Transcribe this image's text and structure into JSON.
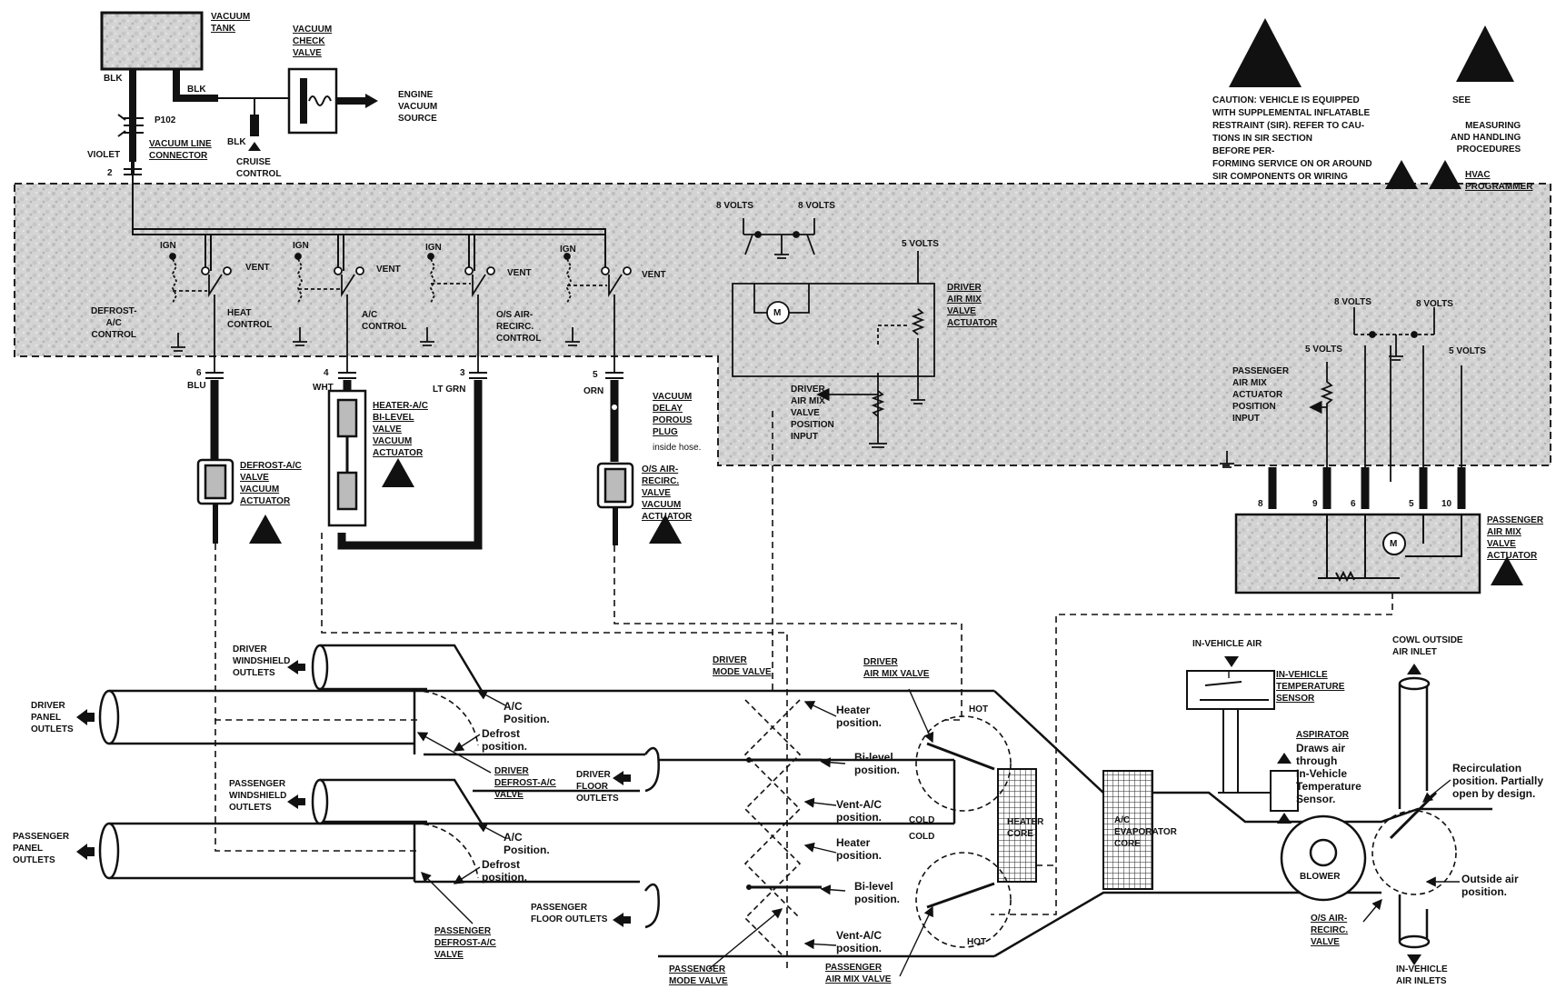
{
  "top": {
    "vacuum_tank": "VACUUM\nTANK",
    "check_valve": "VACUUM\nCHECK\nVALVE",
    "engine_vacuum": "ENGINE\nVACUUM\nSOURCE",
    "cruise_control": "CRUISE\nCONTROL",
    "blk1": "BLK",
    "blk2": "BLK",
    "blk3": "BLK",
    "p102": "P102",
    "vacuum_line_connector": "VACUUM LINE\nCONNECTOR",
    "violet": "VIOLET",
    "pin2": "2"
  },
  "caution": {
    "text": "CAUTION: VEHICLE IS EQUIPPED\nWITH SUPPLEMENTAL INFLATABLE\nRESTRAINT (SIR). REFER TO CAU-\nTIONS IN SIR SECTION\n                    BEFORE PER-\nFORMING SERVICE ON OR AROUND\nSIR COMPONENTS OR WIRING",
    "see": "SEE",
    "measuring": "MEASURING\nAND HANDLING\nPROCEDURES",
    "programmer": "HVAC\nPROGRAMMER"
  },
  "programmer": {
    "ign": "IGN",
    "vent": "VENT",
    "defrost_control": "DEFROST-\nA/C\nCONTROL",
    "heat_control": "HEAT\nCONTROL",
    "ac_control": "A/C\nCONTROL",
    "osair_control": "O/S AIR-\nRECIRC.\nCONTROL",
    "8volts": "8 VOLTS",
    "5volts": "5 VOLTS",
    "driver_air_mix": "DRIVER\nAIR MIX\nVALVE\nACTUATOR",
    "driver_position": "DRIVER\nAIR MIX\nVALVE\nPOSITION\nINPUT",
    "passenger_position": "PASSENGER\nAIR MIX\nACTUATOR\nPOSITION\nINPUT",
    "motor": "M"
  },
  "hoses": {
    "pin6": "6",
    "blu": "BLU",
    "pin4": "4",
    "wht": "WHT",
    "pin3": "3",
    "ltgrn": "LT GRN",
    "pin5": "5",
    "orn": "ORN"
  },
  "actuators": {
    "defrost": "DEFROST-A/C\nVALVE\nVACUUM\nACTUATOR",
    "bilevel": "HEATER-A/C\nBI-LEVEL\nVALVE\nVACUUM\nACTUATOR",
    "delay": "VACUUM\nDELAY\nPOROUS\nPLUG",
    "inside_hose": "inside hose.",
    "osair": "O/S AIR-\nRECIRC.\nVALVE\nVACUUM\nACTUATOR",
    "passenger_mix": "PASSENGER\nAIR MIX\nVALVE\nACTUATOR",
    "pins": [
      "8",
      "9",
      "6",
      "5",
      "10"
    ]
  },
  "ducts": {
    "driver_windshield": "DRIVER\nWINDSHIELD\nOUTLETS",
    "driver_panel": "DRIVER\nPANEL\nOUTLETS",
    "passenger_windshield": "PASSENGER\nWINDSHIELD\nOUTLETS",
    "passenger_panel": "PASSENGER\nPANEL\nOUTLETS",
    "driver_floor": "DRIVER\nFLOOR\nOUTLETS",
    "passenger_floor": "PASSENGER\nFLOOR OUTLETS",
    "ac_position": "A/C\nPosition.",
    "defrost_position": "Defrost\nposition.",
    "driver_defrost_valve": "DRIVER\nDEFROST-A/C\nVALVE",
    "passenger_defrost_valve": "PASSENGER\nDEFROST-A/C\nVALVE",
    "driver_mode_valve": "DRIVER\nMODE VALVE",
    "passenger_mode_valve": "PASSENGER\nMODE VALVE",
    "heater_position": "Heater\nposition.",
    "bilevel_position": "Bi-level\nposition.",
    "vent_ac_position": "Vent-A/C\nposition.",
    "driver_air_mix_valve": "DRIVER\nAIR MIX VALVE",
    "passenger_air_mix_valve": "PASSENGER\nAIR MIX VALVE",
    "hot": "HOT",
    "cold": "COLD",
    "heater_core": "HEATER\nCORE",
    "evaporator": "A/C\nEVAPORATOR\nCORE",
    "in_vehicle_air": "IN-VEHICLE AIR",
    "in_vehicle_sensor": "IN-VEHICLE\nTEMPERATURE\nSENSOR",
    "aspirator": "ASPIRATOR",
    "aspirator_desc": "Draws air\nthrough\nIn-Vehicle\nTemperature\nSensor.",
    "blower": "BLOWER",
    "cowl_inlet": "COWL OUTSIDE\nAIR INLET",
    "recirc_position": "Recirculation\nposition. Partially\nopen by design.",
    "outside_position": "Outside air\nposition.",
    "osair_valve": "O/S AIR-\nRECIRC.\nVALVE",
    "in_vehicle_inlets": "IN-VEHICLE\nAIR INLETS"
  }
}
